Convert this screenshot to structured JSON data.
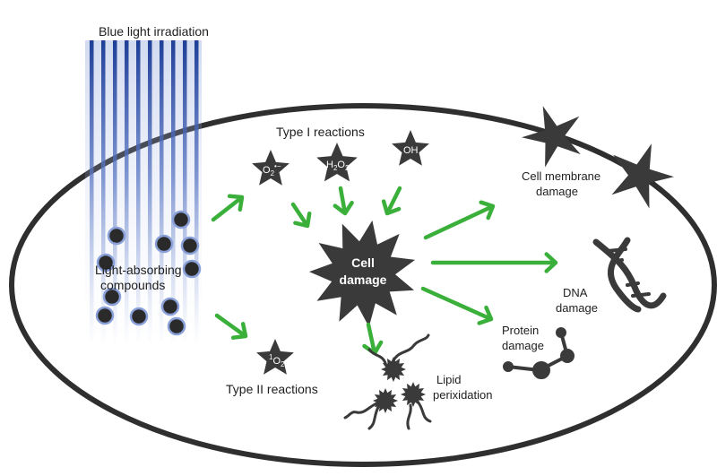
{
  "title": "Blue light irradiation",
  "labels": {
    "light_absorbing_line1": "Light-absorbing",
    "light_absorbing_line2": "compounds",
    "type1": "Type I reactions",
    "type2": "Type II reactions",
    "cell_damage_line1": "Cell",
    "cell_damage_line2": "damage",
    "membrane_line1": "Cell membrane",
    "membrane_line2": "damage",
    "dna_line1": "DNA",
    "dna_line2": "damage",
    "protein_line1": "Protein",
    "protein_line2": "damage",
    "lipid_line1": "Lipid",
    "lipid_line2": "perixidation"
  },
  "species": {
    "superoxide_base": "O",
    "superoxide_sub": "2",
    "superoxide_sup": "•−",
    "h2o2_a": "H",
    "h2o2_b": "2",
    "h2o2_c": "O",
    "h2o2_d": "2",
    "oh": "OH",
    "singlet_sup": "1",
    "singlet_base": "O",
    "singlet_sub": "2"
  },
  "colors": {
    "arrow": "#3ab03a",
    "dark": "#3a3a3a",
    "light_beam": "#3b5fb0"
  }
}
